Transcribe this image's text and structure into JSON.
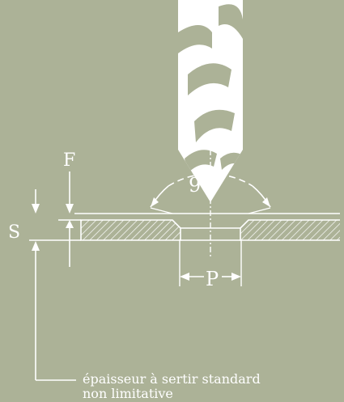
{
  "colors": {
    "background": "#acb297",
    "ink": "#ffffff"
  },
  "labels": {
    "f": "F",
    "s": "S",
    "angle": "90°",
    "p": "P",
    "note_line1": "épaisseur à sertir standard",
    "note_line2": "non limitative"
  }
}
